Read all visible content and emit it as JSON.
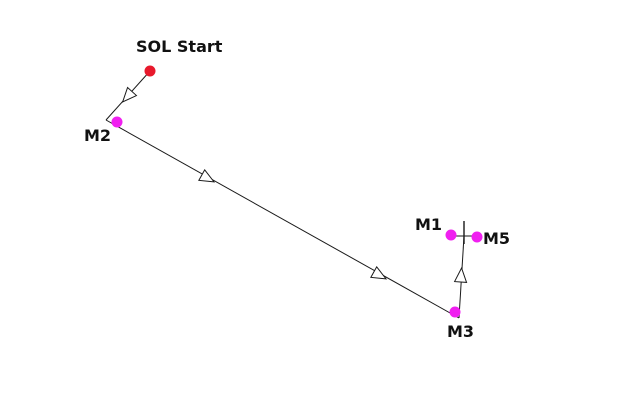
{
  "labels": {
    "start": "SOL Start",
    "m1": "M1",
    "m2": "M2",
    "m3": "M3",
    "m5": "M5"
  },
  "colors": {
    "start_point": "#e8192c",
    "marker_point": "#f020f0",
    "line": "#1a1a1a"
  }
}
